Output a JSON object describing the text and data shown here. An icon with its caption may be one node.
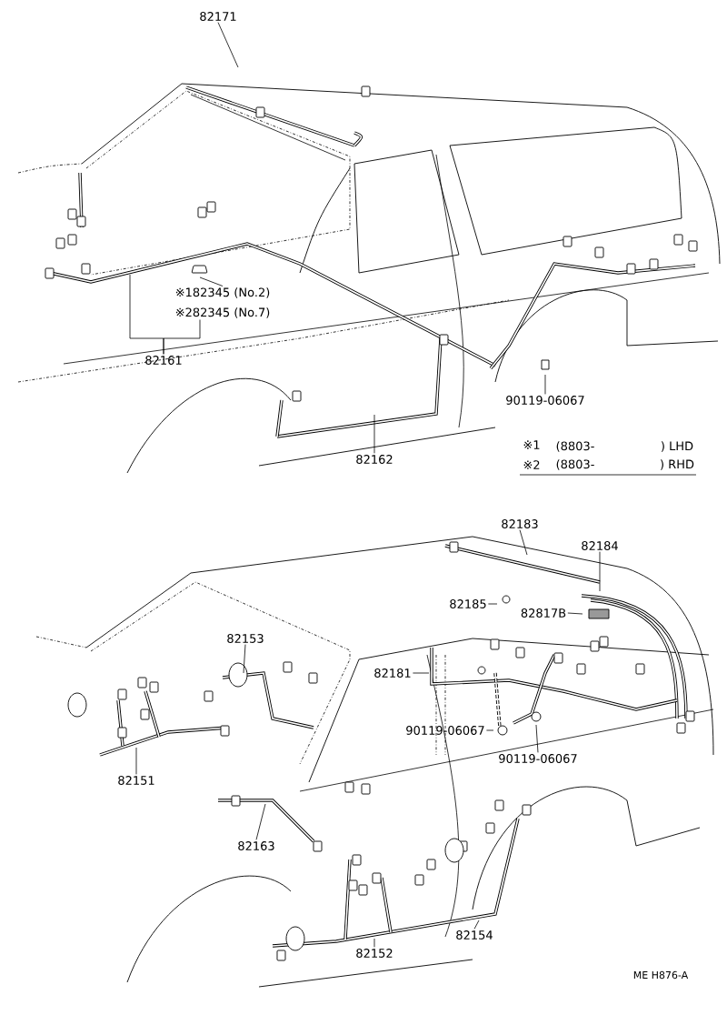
{
  "diagram": {
    "nodes": [
      {
        "text": [
          "82171"
        ]
      },
      {
        "text": [
          "82161"
        ]
      },
      {
        "text": [
          "※182345 (No.2)"
        ]
      },
      {
        "text": [
          "※282345 (No.7)"
        ]
      },
      {
        "text": [
          "90119-06067"
        ]
      },
      {
        "text": [
          "82162"
        ]
      },
      {
        "text": [
          "82183"
        ]
      },
      {
        "text": [
          "82184"
        ]
      },
      {
        "text": [
          "82185"
        ]
      },
      {
        "text": [
          "82817B"
        ]
      },
      {
        "text": [
          "82153"
        ]
      },
      {
        "text": [
          "82181"
        ]
      },
      {
        "text": [
          "90119-06067"
        ]
      },
      {
        "text": [
          "90119-06067"
        ]
      },
      {
        "text": [
          "82151"
        ]
      },
      {
        "text": [
          "82163"
        ]
      },
      {
        "text": [
          "82154"
        ]
      },
      {
        "text": [
          "82152"
        ]
      }
    ],
    "edges": [
      {
        "from": 0,
        "to": null,
        "arrow": "none"
      },
      {
        "from": 1,
        "to": null,
        "arrow": "none"
      },
      {
        "from": 1,
        "to": 3,
        "arrow": "none"
      },
      {
        "from": 2,
        "to": null,
        "arrow": "none"
      },
      {
        "from": 4,
        "to": null,
        "arrow": "none"
      },
      {
        "from": 5,
        "to": null,
        "arrow": "none"
      },
      {
        "from": 6,
        "to": null,
        "arrow": "none"
      },
      {
        "from": 7,
        "to": null,
        "arrow": "none"
      },
      {
        "from": 8,
        "to": null,
        "arrow": "none"
      },
      {
        "from": 9,
        "to": null,
        "arrow": "none"
      },
      {
        "from": 10,
        "to": null,
        "arrow": "none"
      },
      {
        "from": 11,
        "to": null,
        "arrow": "none"
      },
      {
        "from": 12,
        "to": null,
        "arrow": "none"
      },
      {
        "from": 13,
        "to": null,
        "arrow": "none"
      },
      {
        "from": 14,
        "to": null,
        "arrow": "none"
      },
      {
        "from": 15,
        "to": null,
        "arrow": "none"
      },
      {
        "from": 16,
        "to": null,
        "arrow": "none"
      },
      {
        "from": 17,
        "to": null,
        "arrow": "none"
      }
    ],
    "labels": [
      "※1",
      "(8803-",
      ") LHD",
      "※2",
      "(8803-",
      ") RHD",
      "ME H876-A"
    ]
  }
}
